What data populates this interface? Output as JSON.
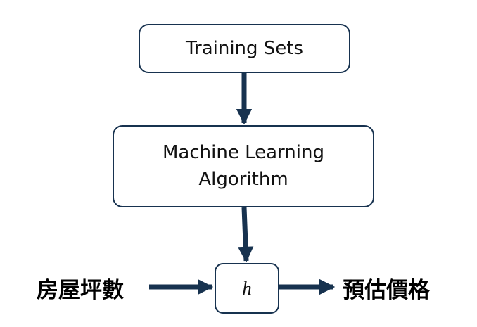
{
  "nodes": {
    "training_sets": "Training Sets",
    "algorithm_line1": "Machine Learning",
    "algorithm_line2": "Algorithm",
    "hypothesis": "h"
  },
  "input_label": "房屋坪數",
  "output_label": "預估價格",
  "colors": {
    "stroke": "#17324f",
    "text": "#111111"
  }
}
